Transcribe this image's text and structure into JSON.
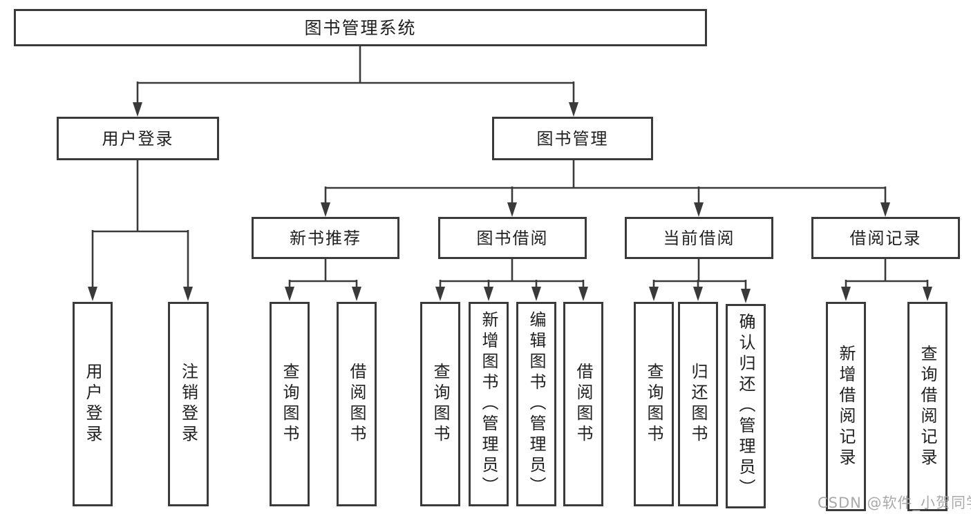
{
  "tree": {
    "root": {
      "label": "图书管理系统"
    },
    "branches": [
      {
        "label": "用户登录",
        "children": [
          {
            "label": "用户登录"
          },
          {
            "label": "注销登录"
          }
        ]
      },
      {
        "label": "图书管理",
        "sections": [
          {
            "label": "新书推荐",
            "children": [
              {
                "label": "查询图书"
              },
              {
                "label": "借阅图书"
              }
            ]
          },
          {
            "label": "图书借阅",
            "children": [
              {
                "label": "查询图书"
              },
              {
                "label": "新增图书（管理员）"
              },
              {
                "label": "编辑图书（管理员）"
              },
              {
                "label": "借阅图书"
              }
            ]
          },
          {
            "label": "当前借阅",
            "children": [
              {
                "label": "查询图书"
              },
              {
                "label": "归还图书"
              },
              {
                "label": "确认归还（管理员）"
              }
            ]
          },
          {
            "label": "借阅记录",
            "children": [
              {
                "label": "新增借阅记录"
              },
              {
                "label": "查询借阅记录"
              }
            ]
          }
        ]
      }
    ]
  },
  "watermark": {
    "text": "CSDN @软件_小贺同学"
  },
  "colors": {
    "line": "#3a3a3a",
    "text": "#1f1f1f",
    "watermark_gray": "#a9a9a9",
    "background": "#ffffff"
  }
}
